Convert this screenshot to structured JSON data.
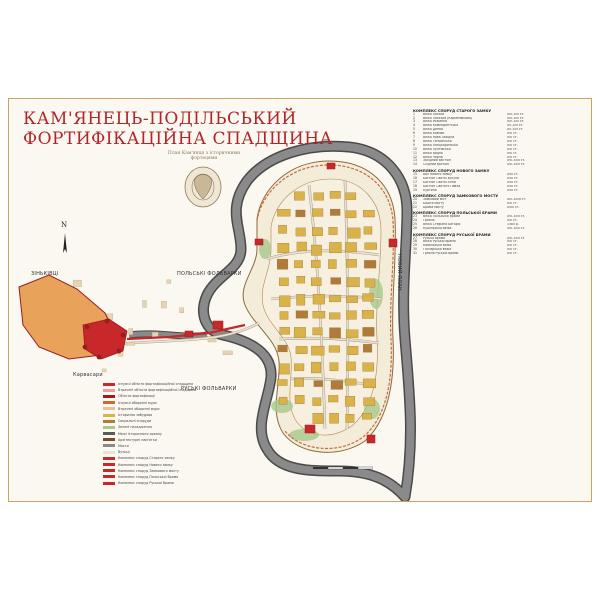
{
  "title_line1": "КАМ'ЯНЕЦЬ-ПОДІЛЬСЬКИЙ",
  "title_line2": "ФОРТИФІКАЦІЙНА СПАДЩИНА",
  "subtitle": "План Кам'янця з історичними фортецями",
  "places": {
    "polski_folvarky": "ПОЛЬСЬКІ ФОЛЬВАРКИ",
    "ruski_folvarky": "РУСЬКІ ФОЛЬВАРКИ",
    "zinkivtsi": "ЗІНЬКІВЦІ",
    "karvasary": "Карвасари",
    "novyi_plan": "НОВИЙ ПЛАН"
  },
  "north": "N",
  "colors": {
    "river": "#8a8a8a",
    "river_edge": "#4a4a4a",
    "fortress": "#c8282a",
    "fortress_dark": "#9a1c1e",
    "houses": "#d9b24a",
    "greenery": "#a8c88a",
    "roads": "#e8e2d4",
    "frame": "#c9a460",
    "title": "#b0262a"
  },
  "legend": [
    {
      "label": "Існуючі об'єкти фортифікаційної спадщини",
      "color": "#c8282a"
    },
    {
      "label": "Втрачені об'єкти фортифікаційної спадщини",
      "color": "#e8a0a0"
    },
    {
      "label": "Об'єкти фортифікації",
      "color": "#9a1c1e"
    },
    {
      "label": "Існуючі оборонні мури",
      "color": "#d06a2a"
    },
    {
      "label": "Втрачені оборонні мури",
      "color": "#e8c0a0"
    },
    {
      "label": "Історична забудова",
      "color": "#d9b24a"
    },
    {
      "label": "Сакральні споруди",
      "color": "#b07a3a"
    },
    {
      "label": "Зелені насадження",
      "color": "#a8c88a"
    },
    {
      "label": "Межі історичного ареалу",
      "color": "#5a5a5a"
    },
    {
      "label": "Архітектурні пам'ятки",
      "color": "#7a4a2a"
    },
    {
      "label": "Мости",
      "color": "#8a8a8a"
    },
    {
      "label": "Вулиці",
      "color": "#e8e2d4"
    },
    {
      "label": "Комплекс споруд Старого замку",
      "color": "#c8282a"
    },
    {
      "label": "Комплекс споруд Нового замку",
      "color": "#c8282a"
    },
    {
      "label": "Комплекс споруд Замкового мосту",
      "color": "#c8282a"
    },
    {
      "label": "Комплекс споруд Польської брами",
      "color": "#c8282a"
    },
    {
      "label": "Комплекс споруд Руської брами",
      "color": "#c8282a"
    }
  ],
  "index": [
    {
      "title": "КОМПЛЕКС СПОРУД СТАРОГО ЗАМКУ",
      "items": [
        {
          "n": "1",
          "name": "Вежа Ласька",
          "date": "XIV–XVI ст."
        },
        {
          "n": "2",
          "name": "Вежа Папська (Кармелюкова)",
          "date": "XIV–XVI ст."
        },
        {
          "n": "3",
          "name": "Вежа Рожанка",
          "date": "XIV–XVI ст."
        },
        {
          "n": "4",
          "name": "Вежа Комендантська",
          "date": "XV–XVI ст."
        },
        {
          "n": "5",
          "name": "Вежа Денна",
          "date": "XV–XVI ст."
        },
        {
          "n": "6",
          "name": "Вежа Ковпак",
          "date": "XVI ст."
        },
        {
          "n": "7",
          "name": "Вежа Нова Західна",
          "date": "XVI ст."
        },
        {
          "n": "8",
          "name": "Вежа Тенчинська",
          "date": "XVI ст."
        },
        {
          "n": "9",
          "name": "Вежа Лянцкоронська",
          "date": "XVI ст."
        },
        {
          "n": "10",
          "name": "Вежа Пултівська",
          "date": "XVI ст."
        },
        {
          "n": "11",
          "name": "Вежа Водна",
          "date": "XVI ст."
        },
        {
          "n": "12",
          "name": "Вежа Чорна",
          "date": "XVI ст."
        },
        {
          "n": "13",
          "name": "Західний бастіон",
          "date": "XVI–XVII ст."
        },
        {
          "n": "14",
          "name": "Східний бастіон",
          "date": "XVI–XVII ст."
        }
      ]
    },
    {
      "title": "КОМПЛЕКС СПОРУД НОВОГО ЗАМКУ",
      "items": [
        {
          "n": "15",
          "name": "Вал Нового замку",
          "date": "XVII ст."
        },
        {
          "n": "16",
          "name": "Бастіон Святої Урсули",
          "date": "XVII ст."
        },
        {
          "n": "17",
          "name": "Бастіон Святої Анни",
          "date": "XVII ст."
        },
        {
          "n": "18",
          "name": "Бастіон Святого Павла",
          "date": "XVII ст."
        },
        {
          "n": "19",
          "name": "Куртина",
          "date": "XVII ст."
        }
      ]
    },
    {
      "title": "КОМПЛЕКС СПОРУД ЗАМКОВОГО МОСТУ",
      "items": [
        {
          "n": "20",
          "name": "Замковий міст",
          "date": "XIV–XVIII ст."
        },
        {
          "n": "21",
          "name": "Башта мосту",
          "date": "XVI ст."
        },
        {
          "n": "22",
          "name": "Брама мосту",
          "date": "XVIII ст."
        }
      ]
    },
    {
      "title": "КОМПЛЕКС СПОРУД ПОЛЬСЬКОЇ БРАМИ",
      "items": [
        {
          "n": "23",
          "name": "Вежа Польської брами",
          "date": "XVI–XVII ст."
        },
        {
          "n": "24",
          "name": "Гребля",
          "date": "XVI ст."
        },
        {
          "n": "25",
          "name": "Вежа Стефана Баторія",
          "date": "1585 р."
        },
        {
          "n": "26",
          "name": "Кушнірська вежа",
          "date": "XVI–XVII ст."
        }
      ]
    },
    {
      "title": "КОМПЛЕКС СПОРУД РУСЬКОЇ БРАМИ",
      "items": [
        {
          "n": "27",
          "name": "Руська брама",
          "date": "XVI–XVII ст."
        },
        {
          "n": "28",
          "name": "Вежа Руської брами",
          "date": "XVI ст."
        },
        {
          "n": "29",
          "name": "Ковальська вежа",
          "date": "XVI ст."
        },
        {
          "n": "30",
          "name": "Гончарська вежа",
          "date": "XVI ст."
        },
        {
          "n": "31",
          "name": "Гребля Руської брами",
          "date": "XVI ст."
        }
      ]
    }
  ]
}
